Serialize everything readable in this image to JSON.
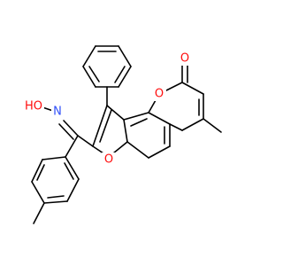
{
  "atoms": {
    "ring_oxygen_furan": {
      "symbol": "O",
      "color": "#ff0d0d"
    },
    "ring_oxygen_pyranone": {
      "symbol": "O",
      "color": "#ff0d0d"
    },
    "carbonyl_oxygen": {
      "symbol": "O",
      "color": "#ff0d0d"
    },
    "oxime_hydroxyl": {
      "symbol": "HO",
      "color": "#ff0d0d"
    },
    "oxime_nitrogen": {
      "symbol": "N",
      "color": "#3050f8"
    }
  }
}
